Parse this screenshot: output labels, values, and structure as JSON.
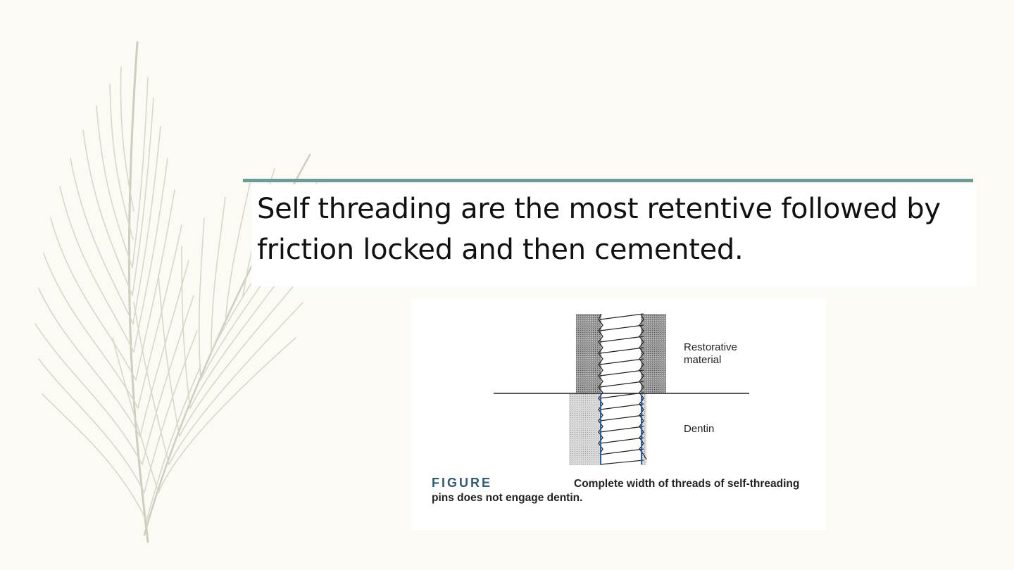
{
  "slide": {
    "body_text": "Self threading are the most retentive followed by friction locked and then cemented."
  },
  "figure": {
    "label_restorative": "Restorative material",
    "label_dentin": "Dentin",
    "fig_word": "FIGURE",
    "caption": "Complete width of threads of self-threading pins does not engage dentin."
  },
  "colors": {
    "accent_rule": "#6f9b97",
    "figure_word": "#2d5b79",
    "feather": "#d8d6c6"
  }
}
